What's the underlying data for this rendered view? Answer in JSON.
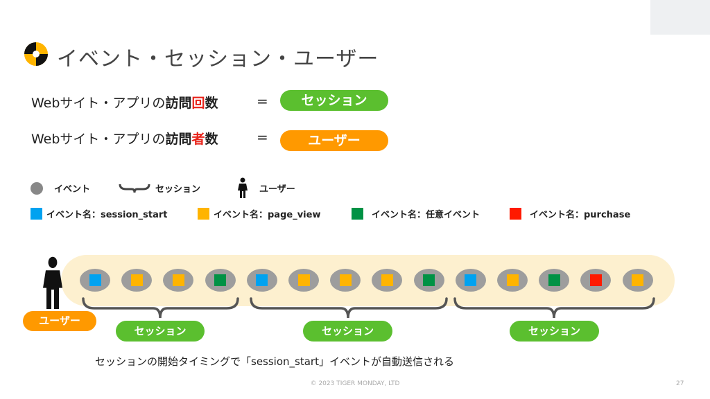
{
  "title": "イベント・セッション・ユーザー",
  "definitions": [
    {
      "prefix": "Webサイト・アプリの",
      "bold1": "訪問",
      "highlight": "回",
      "bold2": "数",
      "equals": "=",
      "result": "セッション"
    },
    {
      "prefix": "Webサイト・アプリの",
      "bold1": "訪問",
      "highlight": "者",
      "bold2": "数",
      "equals": "=",
      "result": "ユーザー"
    }
  ],
  "legend_symbols": [
    {
      "icon": "circle-icon",
      "label": "イベント"
    },
    {
      "icon": "brace-icon",
      "label": "セッション"
    },
    {
      "icon": "person-icon",
      "label": "ユーザー"
    }
  ],
  "legend_events": [
    {
      "color": "#00a2f0",
      "label": "イベント名：session_start"
    },
    {
      "color": "#ffb400",
      "label": "イベント名：page_view"
    },
    {
      "color": "#009245",
      "label": "イベント名：任意イベント"
    },
    {
      "color": "#ff1a00",
      "label": "イベント名：purchase"
    }
  ],
  "events": [
    "#00a2f0",
    "#ffb400",
    "#ffb400",
    "#009245",
    "#00a2f0",
    "#ffb400",
    "#ffb400",
    "#ffb400",
    "#009245",
    "#00a2f0",
    "#ffb400",
    "#009245",
    "#ff1a00",
    "#ffb400"
  ],
  "user_label": "ユーザー",
  "sessions": [
    "セッション",
    "セッション",
    "セッション"
  ],
  "caption": "セッションの開始タイミングで「session_start」イベントが自動送信される",
  "footer": "© 2023 TIGER MONDAY, LTD",
  "page_number": "27"
}
